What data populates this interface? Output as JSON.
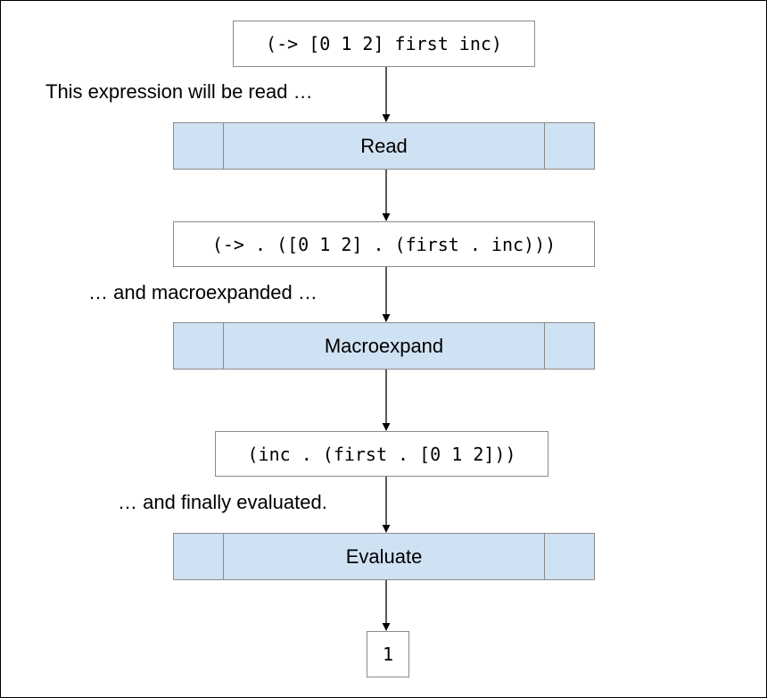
{
  "expressions": {
    "input": "(-> [0 1 2] first inc)",
    "read_result": "(-> . ([0 1 2] . (first . inc)))",
    "expanded_result": "(inc . (first . [0 1 2]))",
    "final_result": "1"
  },
  "stages": {
    "read": "Read",
    "macroexpand": "Macroexpand",
    "evaluate": "Evaluate"
  },
  "annotations": {
    "read_note": "This expression will be read …",
    "macroexpand_note": "… and macroexpanded …",
    "evaluate_note": "… and finally evaluated."
  },
  "colors": {
    "stage_fill": "#cfe2f3",
    "box_border": "#8a8a8a",
    "arrow": "#000000"
  }
}
